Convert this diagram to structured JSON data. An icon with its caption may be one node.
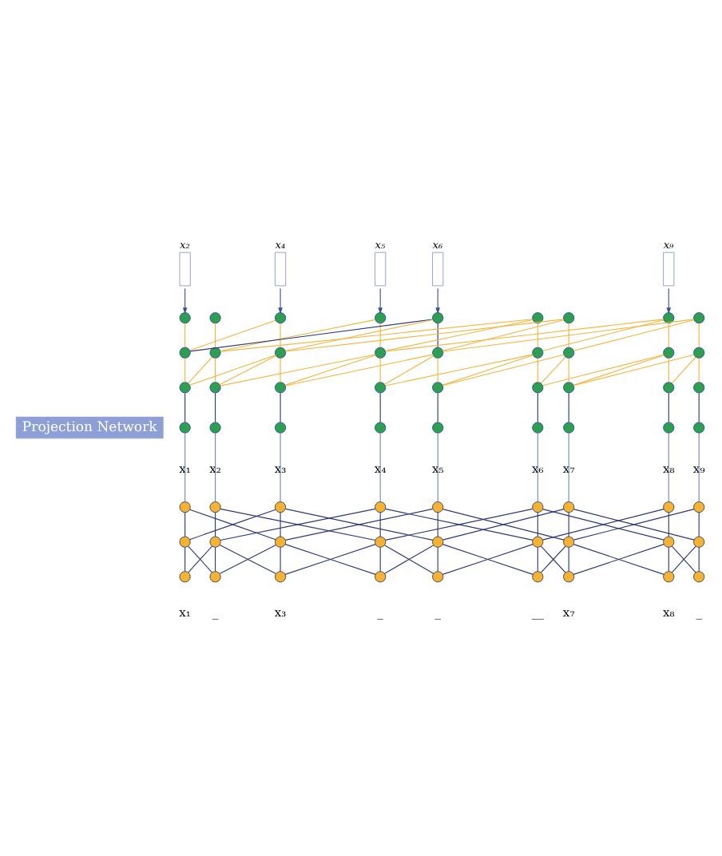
{
  "diagram": {
    "nodes": [
      {
        "text": [
          "x₂"
        ]
      },
      {
        "text": [
          "x₄"
        ]
      },
      {
        "text": [
          "x₅"
        ]
      },
      {
        "text": [
          "x₆"
        ]
      },
      {
        "text": [
          "x₉"
        ]
      },
      {
        "text": [],
        "shape": "circle"
      },
      {
        "text": [],
        "shape": "circle"
      },
      {
        "text": [],
        "shape": "circle"
      },
      {
        "text": [],
        "shape": "circle"
      },
      {
        "text": [],
        "shape": "circle"
      },
      {
        "text": [],
        "shape": "circle"
      },
      {
        "text": [],
        "shape": "circle"
      },
      {
        "text": [],
        "shape": "circle"
      },
      {
        "text": [],
        "shape": "circle"
      },
      {
        "text": [],
        "shape": "circle"
      },
      {
        "text": [],
        "shape": "circle"
      },
      {
        "text": [],
        "shape": "circle"
      },
      {
        "text": [],
        "shape": "circle"
      },
      {
        "text": [],
        "shape": "circle"
      },
      {
        "text": [],
        "shape": "circle"
      },
      {
        "text": [],
        "shape": "circle"
      },
      {
        "text": [],
        "shape": "circle"
      },
      {
        "text": [],
        "shape": "circle"
      },
      {
        "text": [],
        "shape": "circle"
      },
      {
        "text": [],
        "shape": "circle"
      },
      {
        "text": [],
        "shape": "circle"
      },
      {
        "text": [],
        "shape": "circle"
      },
      {
        "text": [],
        "shape": "circle"
      },
      {
        "text": [],
        "shape": "circle"
      },
      {
        "text": [],
        "shape": "circle"
      },
      {
        "text": [],
        "shape": "circle"
      },
      {
        "text": [],
        "shape": "circle"
      },
      {
        "text": [
          "Projection Network"
        ]
      },
      {
        "text": [],
        "shape": "circle"
      },
      {
        "text": [],
        "shape": "circle"
      },
      {
        "text": [],
        "shape": "circle"
      },
      {
        "text": [],
        "shape": "circle"
      },
      {
        "text": [],
        "shape": "circle"
      },
      {
        "text": [],
        "shape": "circle"
      },
      {
        "text": [],
        "shape": "circle"
      },
      {
        "text": [],
        "shape": "circle"
      },
      {
        "text": [],
        "shape": "circle"
      },
      {
        "text": [],
        "shape": "circle"
      },
      {
        "text": [],
        "shape": "circle"
      },
      {
        "text": [],
        "shape": "circle"
      },
      {
        "text": [],
        "shape": "circle"
      },
      {
        "text": [],
        "shape": "circle"
      },
      {
        "text": [],
        "shape": "circle"
      },
      {
        "text": [],
        "shape": "circle"
      },
      {
        "text": [],
        "shape": "circle"
      },
      {
        "text": [],
        "shape": "circle"
      },
      {
        "text": [],
        "shape": "circle"
      },
      {
        "text": [],
        "shape": "circle"
      },
      {
        "text": [],
        "shape": "circle"
      },
      {
        "text": [],
        "shape": "circle"
      },
      {
        "text": [],
        "shape": "circle"
      },
      {
        "text": [],
        "shape": "circle"
      },
      {
        "text": [],
        "shape": "circle"
      },
      {
        "text": [],
        "shape": "circle"
      },
      {
        "text": [],
        "shape": "circle"
      },
      {
        "text": [],
        "shape": "circle"
      },
      {
        "text": [],
        "shape": "circle"
      },
      {
        "text": [],
        "shape": "circle"
      },
      {
        "text": [],
        "shape": "circle"
      },
      {
        "text": [],
        "shape": "circle"
      },
      {
        "text": [],
        "shape": "circle"
      },
      {
        "text": [],
        "shape": "circle"
      },
      {
        "text": [],
        "shape": "circle"
      },
      {
        "text": [],
        "shape": "circle"
      }
    ],
    "edges": [
      {
        "from": 0,
        "to": 5,
        "arrow": "to"
      },
      {
        "from": 1,
        "to": 7,
        "arrow": "to"
      },
      {
        "from": 2,
        "to": 8,
        "arrow": "to"
      },
      {
        "from": 3,
        "to": 9,
        "arrow": "to"
      },
      {
        "from": 4,
        "to": 12,
        "arrow": "to"
      },
      {
        "from": 5,
        "to": 14,
        "arrow": "none",
        "color": "#f4b43c"
      },
      {
        "from": 7,
        "to": 14,
        "arrow": "none",
        "color": "#f4b43c"
      },
      {
        "from": 9,
        "to": 14,
        "arrow": "none"
      },
      {
        "from": 6,
        "to": 15,
        "arrow": "none",
        "color": "#f4b43c"
      },
      {
        "from": 8,
        "to": 15,
        "arrow": "none",
        "color": "#f4b43c"
      },
      {
        "from": 10,
        "to": 15,
        "arrow": "none",
        "color": "#f4b43c"
      },
      {
        "from": 7,
        "to": 16,
        "arrow": "none",
        "color": "#f4b43c"
      },
      {
        "from": 9,
        "to": 16,
        "arrow": "none",
        "color": "#f4b43c"
      },
      {
        "from": 11,
        "to": 16,
        "arrow": "none",
        "color": "#f4b43c"
      },
      {
        "from": 8,
        "to": 17,
        "arrow": "none",
        "color": "#f4b43c"
      },
      {
        "from": 10,
        "to": 17,
        "arrow": "none",
        "color": "#f4b43c"
      },
      {
        "from": 12,
        "to": 17,
        "arrow": "none",
        "color": "#f4b43c"
      },
      {
        "from": 9,
        "to": 18,
        "arrow": "none"
      },
      {
        "from": 11,
        "to": 18,
        "arrow": "none",
        "color": "#f4b43c"
      },
      {
        "from": 13,
        "to": 18,
        "arrow": "none",
        "color": "#f4b43c"
      },
      {
        "from": 10,
        "to": 19,
        "arrow": "none",
        "color": "#f4b43c"
      },
      {
        "from": 12,
        "to": 19,
        "arrow": "none",
        "color": "#f4b43c"
      },
      {
        "from": 11,
        "to": 20,
        "arrow": "none",
        "color": "#f4b43c"
      },
      {
        "from": 13,
        "to": 20,
        "arrow": "none",
        "color": "#f4b43c"
      },
      {
        "from": 12,
        "to": 21,
        "arrow": "none",
        "color": "#f4b43c"
      },
      {
        "from": 13,
        "to": 22,
        "arrow": "none",
        "color": "#f4b43c"
      },
      {
        "from": 14,
        "to": 23,
        "arrow": "none",
        "color": "#f4b43c"
      },
      {
        "from": 15,
        "to": 23,
        "arrow": "none",
        "color": "#f4b43c"
      },
      {
        "from": 16,
        "to": 23,
        "arrow": "none",
        "color": "#f4b43c"
      },
      {
        "from": 15,
        "to": 24,
        "arrow": "none",
        "color": "#f4b43c"
      },
      {
        "from": 16,
        "to": 24,
        "arrow": "none",
        "color": "#f4b43c"
      },
      {
        "from": 17,
        "to": 24,
        "arrow": "none",
        "color": "#f4b43c"
      },
      {
        "from": 16,
        "to": 25,
        "arrow": "none",
        "color": "#f4b43c"
      },
      {
        "from": 17,
        "to": 25,
        "arrow": "none",
        "color": "#f4b43c"
      },
      {
        "from": 18,
        "to": 25,
        "arrow": "none",
        "color": "#f4b43c"
      },
      {
        "from": 17,
        "to": 26,
        "arrow": "none",
        "color": "#f4b43c"
      },
      {
        "from": 18,
        "to": 26,
        "arrow": "none",
        "color": "#f4b43c"
      },
      {
        "from": 19,
        "to": 26,
        "arrow": "none",
        "color": "#f4b43c"
      },
      {
        "from": 18,
        "to": 27,
        "arrow": "none",
        "color": "#f4b43c"
      },
      {
        "from": 19,
        "to": 27,
        "arrow": "none",
        "color": "#f4b43c"
      },
      {
        "from": 20,
        "to": 27,
        "arrow": "none",
        "color": "#f4b43c"
      },
      {
        "from": 19,
        "to": 28,
        "arrow": "none",
        "color": "#f4b43c"
      },
      {
        "from": 20,
        "to": 28,
        "arrow": "none",
        "color": "#f4b43c"
      },
      {
        "from": 21,
        "to": 28,
        "arrow": "none",
        "color": "#f4b43c"
      },
      {
        "from": 20,
        "to": 29,
        "arrow": "none",
        "color": "#f4b43c"
      },
      {
        "from": 21,
        "to": 29,
        "arrow": "none",
        "color": "#f4b43c"
      },
      {
        "from": 22,
        "to": 29,
        "arrow": "none",
        "color": "#f4b43c"
      },
      {
        "from": 21,
        "to": 30,
        "arrow": "none",
        "color": "#f4b43c"
      },
      {
        "from": 22,
        "to": 30,
        "arrow": "none",
        "color": "#f4b43c"
      },
      {
        "from": 22,
        "to": 31,
        "arrow": "none",
        "color": "#f4b43c"
      },
      {
        "from": 23,
        "to": 33,
        "arrow": "none"
      },
      {
        "from": 24,
        "to": 34,
        "arrow": "none"
      },
      {
        "from": 25,
        "to": 35,
        "arrow": "none"
      },
      {
        "from": 26,
        "to": 36,
        "arrow": "none"
      },
      {
        "from": 27,
        "to": 37,
        "arrow": "none"
      },
      {
        "from": 28,
        "to": 38,
        "arrow": "none"
      },
      {
        "from": 29,
        "to": 39,
        "arrow": "none"
      },
      {
        "from": 30,
        "to": 40,
        "arrow": "none"
      },
      {
        "from": 31,
        "to": 41,
        "arrow": "none"
      },
      {
        "from": 33,
        "to": 42,
        "arrow": "none",
        "color": "#7a86b0"
      },
      {
        "from": 34,
        "to": 43,
        "arrow": "none",
        "color": "#7a86b0"
      },
      {
        "from": 35,
        "to": 44,
        "arrow": "none",
        "color": "#7a86b0"
      },
      {
        "from": 36,
        "to": 45,
        "arrow": "none",
        "color": "#7a86b0"
      },
      {
        "from": 37,
        "to": 46,
        "arrow": "none",
        "color": "#7a86b0"
      },
      {
        "from": 38,
        "to": 47,
        "arrow": "none",
        "color": "#7a86b0"
      },
      {
        "from": 39,
        "to": 48,
        "arrow": "none",
        "color": "#7a86b0"
      },
      {
        "from": 40,
        "to": 49,
        "arrow": "none",
        "color": "#7a86b0"
      },
      {
        "from": 41,
        "to": 50,
        "arrow": "none",
        "color": "#7a86b0"
      },
      {
        "from": 42,
        "to": 51,
        "arrow": "none"
      },
      {
        "from": 42,
        "to": 53,
        "arrow": "none"
      },
      {
        "from": 43,
        "to": 52,
        "arrow": "none"
      },
      {
        "from": 43,
        "to": 54,
        "arrow": "none"
      },
      {
        "from": 44,
        "to": 51,
        "arrow": "none"
      },
      {
        "from": 44,
        "to": 53,
        "arrow": "none"
      },
      {
        "from": 44,
        "to": 55,
        "arrow": "none"
      },
      {
        "from": 45,
        "to": 52,
        "arrow": "none"
      },
      {
        "from": 45,
        "to": 54,
        "arrow": "none"
      },
      {
        "from": 45,
        "to": 56,
        "arrow": "none"
      },
      {
        "from": 46,
        "to": 53,
        "arrow": "none"
      },
      {
        "from": 46,
        "to": 55,
        "arrow": "none"
      },
      {
        "from": 46,
        "to": 57,
        "arrow": "none"
      },
      {
        "from": 47,
        "to": 54,
        "arrow": "none"
      },
      {
        "from": 47,
        "to": 56,
        "arrow": "none"
      },
      {
        "from": 47,
        "to": 58,
        "arrow": "none"
      },
      {
        "from": 48,
        "to": 55,
        "arrow": "none"
      },
      {
        "from": 48,
        "to": 57,
        "arrow": "none"
      },
      {
        "from": 48,
        "to": 59,
        "arrow": "none"
      },
      {
        "from": 49,
        "to": 56,
        "arrow": "none"
      },
      {
        "from": 49,
        "to": 58,
        "arrow": "none"
      },
      {
        "from": 50,
        "to": 57,
        "arrow": "none"
      },
      {
        "from": 50,
        "to": 59,
        "arrow": "none"
      },
      {
        "from": 51,
        "to": 60,
        "arrow": "none"
      },
      {
        "from": 51,
        "to": 61,
        "arrow": "none"
      },
      {
        "from": 52,
        "to": 60,
        "arrow": "none"
      },
      {
        "from": 52,
        "to": 61,
        "arrow": "none"
      },
      {
        "from": 52,
        "to": 62,
        "arrow": "none"
      },
      {
        "from": 53,
        "to": 61,
        "arrow": "none"
      },
      {
        "from": 53,
        "to": 62,
        "arrow": "none"
      },
      {
        "from": 53,
        "to": 63,
        "arrow": "none"
      },
      {
        "from": 54,
        "to": 62,
        "arrow": "none"
      },
      {
        "from": 54,
        "to": 63,
        "arrow": "none"
      },
      {
        "from": 54,
        "to": 64,
        "arrow": "none"
      },
      {
        "from": 55,
        "to": 63,
        "arrow": "none"
      },
      {
        "from": 55,
        "to": 64,
        "arrow": "none"
      },
      {
        "from": 55,
        "to": 65,
        "arrow": "none"
      },
      {
        "from": 56,
        "to": 64,
        "arrow": "none"
      },
      {
        "from": 56,
        "to": 65,
        "arrow": "none"
      },
      {
        "from": 56,
        "to": 66,
        "arrow": "none"
      },
      {
        "from": 57,
        "to": 65,
        "arrow": "none"
      },
      {
        "from": 57,
        "to": 66,
        "arrow": "none"
      },
      {
        "from": 57,
        "to": 67,
        "arrow": "none"
      },
      {
        "from": 58,
        "to": 66,
        "arrow": "none"
      },
      {
        "from": 58,
        "to": 67,
        "arrow": "none"
      },
      {
        "from": 58,
        "to": 68,
        "arrow": "none"
      },
      {
        "from": 59,
        "to": 67,
        "arrow": "none"
      },
      {
        "from": 59,
        "to": 68,
        "arrow": "none"
      }
    ],
    "labels": [
      "x₁",
      "x₂",
      "x₃",
      "x₄",
      "x₅",
      "x₆",
      "x₇",
      "x₈",
      "x₉",
      "x₁",
      "_",
      "x₃",
      "_",
      "_",
      "__",
      "x₇",
      "x₈",
      "_"
    ]
  }
}
